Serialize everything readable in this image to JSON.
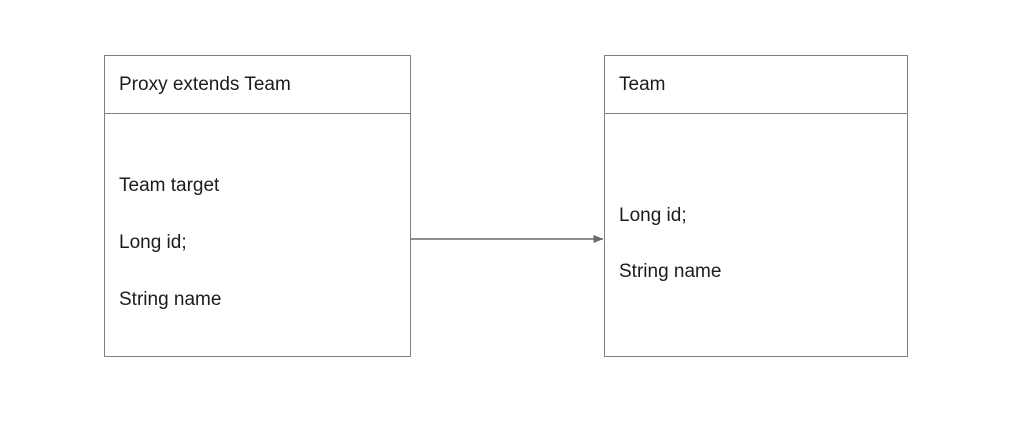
{
  "diagram": {
    "background_color": "#ffffff",
    "border_color": "#7f8080",
    "text_color": "#1c1c1c",
    "connector_color": "#6b6b6b",
    "classes": [
      {
        "id": "proxy",
        "title": "Proxy extends Team",
        "attributes": [
          "Team target",
          "Long id;",
          "String name"
        ]
      },
      {
        "id": "team",
        "title": "Team",
        "attributes": [
          "Long id;",
          "String name"
        ]
      }
    ],
    "connector": {
      "name": "proxy-to-team-arrow",
      "from": "proxy",
      "to": "team",
      "style": "solid",
      "arrowhead": "filled-triangle"
    }
  }
}
